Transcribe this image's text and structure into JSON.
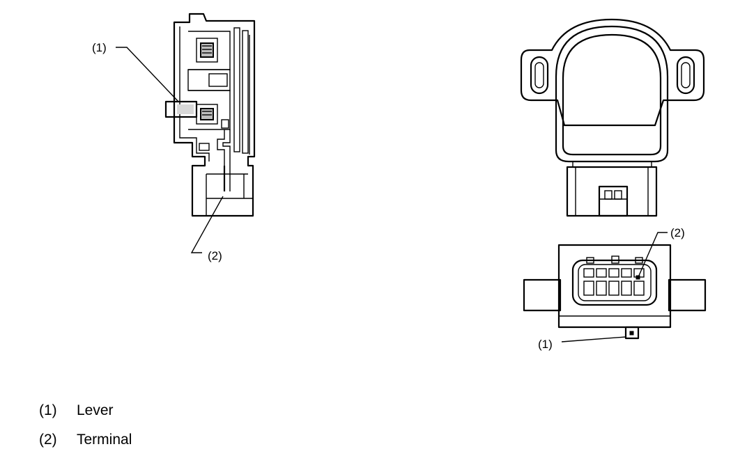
{
  "callouts": {
    "left_lever": "(1)",
    "left_terminal": "(2)",
    "right_terminal": "(2)",
    "right_lever": "(1)"
  },
  "legend": [
    {
      "number": "(1)",
      "label": "Lever"
    },
    {
      "number": "(2)",
      "label": "Terminal"
    }
  ]
}
